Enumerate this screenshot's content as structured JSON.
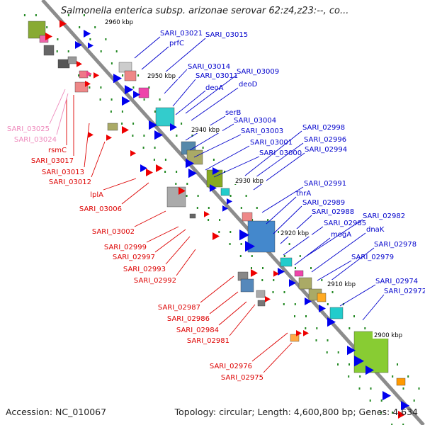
{
  "title": "Salmonella enterica subsp. arizonae serovar 62:z4,z23:--, co...",
  "footer": {
    "accession": "Accession: NC_010067",
    "topology": "Topology: circular; Length: 4,600,800 bp; Genes: 4,634"
  },
  "colors": {
    "backbone": "#8c8c8c",
    "forward_label": "#0000cc",
    "reverse_label": "#dd0000",
    "rna_label": "#ee88bb",
    "gene_blue": "#0000ee",
    "gene_red": "#ee0000",
    "tick_green": "#228822"
  },
  "ticks": [
    "2960 kbp",
    "2950 kbp",
    "2940 kbp",
    "2930 kbp",
    "2920 kbp",
    "2910 kbp",
    "2900 kbp"
  ],
  "forward_labels": [
    "SARI_03021",
    "prfC",
    "SARI_03015",
    "SARI_03014",
    "SARI_03011",
    "SARI_03009",
    "deoA",
    "deoD",
    "serB",
    "SARI_03004",
    "SARI_03003",
    "SARI_03001",
    "SARI_03000",
    "SARI_02998",
    "SARI_02996",
    "SARI_02994",
    "SARI_02991",
    "thrA",
    "SARI_02989",
    "SARI_02988",
    "SARI_02985",
    "mogA",
    "SARI_02982",
    "dnaK",
    "SARI_02979",
    "SARI_02978",
    "SARI_02974",
    "SARI_02972"
  ],
  "reverse_labels": [
    "rsmC",
    "SARI_03017",
    "SARI_03013",
    "SARI_03012",
    "lplA",
    "SARI_03006",
    "SARI_03002",
    "SARI_02999",
    "SARI_02997",
    "SARI_02993",
    "SARI_02992",
    "SARI_02987",
    "SARI_02986",
    "SARI_02984",
    "SARI_02981",
    "SARI_02976",
    "SARI_02975"
  ],
  "rna_labels": [
    "SARI_03025",
    "SARI_03024"
  ]
}
